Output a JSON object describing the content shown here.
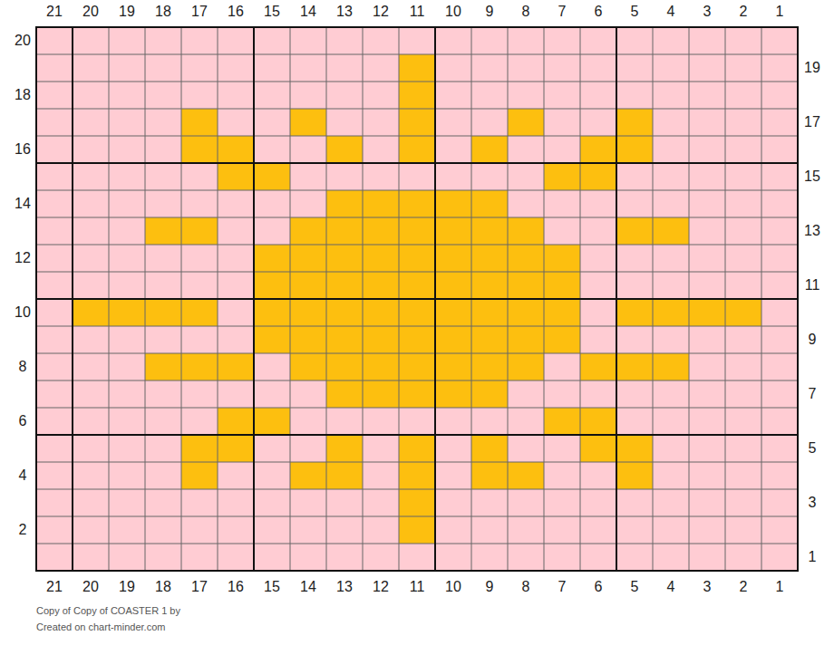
{
  "diagram": {
    "labels": [
      "21",
      "20",
      "19",
      "18",
      "17",
      "16",
      "15",
      "14",
      "13",
      "12",
      "11",
      "10",
      "9",
      "8",
      "7",
      "6",
      "5",
      "4",
      "3",
      "2",
      "1",
      "20",
      "18",
      "16",
      "14",
      "12",
      "10",
      "8",
      "6",
      "4",
      "2",
      "19",
      "17",
      "15",
      "13",
      "11",
      "9",
      "7",
      "5",
      "3",
      "1",
      "21",
      "20",
      "19",
      "18",
      "17",
      "16",
      "15",
      "14",
      "13",
      "12",
      "11",
      "10",
      "9",
      "8",
      "7",
      "6",
      "5",
      "4",
      "3",
      "2",
      "1",
      "Copy of Copy of COASTER 1 by",
      "Created on chart-minder.com"
    ]
  }
}
